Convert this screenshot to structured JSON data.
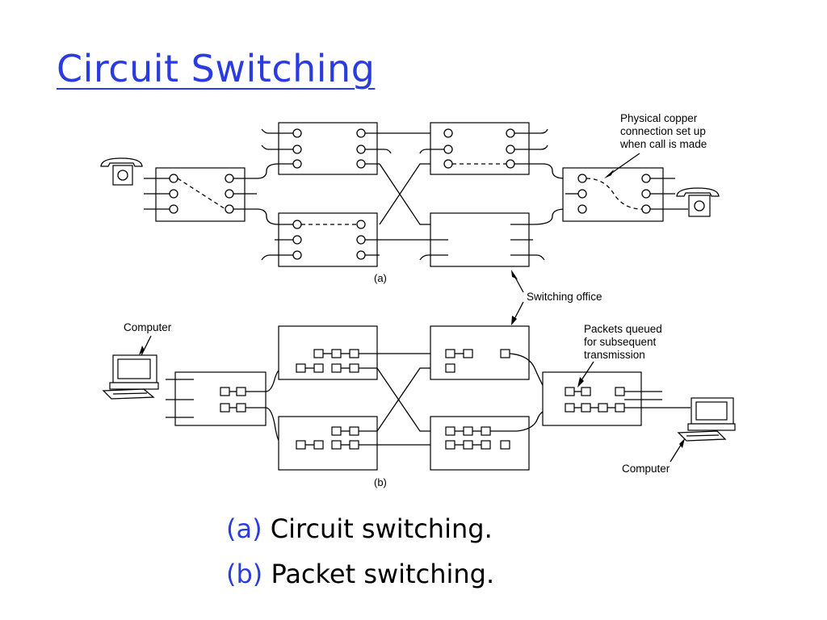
{
  "title": "Circuit Switching",
  "figure": {
    "part_a_label": "(a)",
    "part_b_label": "(b)",
    "annotation_copper": [
      "Physical copper",
      "connection set up",
      "when call is made"
    ],
    "annotation_office": "Switching office",
    "annotation_packets": [
      "Packets queued",
      "for subsequent",
      "transmission"
    ],
    "computer_left_label": "Computer",
    "computer_right_label": "Computer"
  },
  "captions": [
    {
      "tag": "(a)",
      "text": "Circuit switching."
    },
    {
      "tag": "(b)",
      "text": "Packet switching."
    }
  ],
  "colors": {
    "accent": "#2a3ce0",
    "text": "#000000",
    "background": "#ffffff"
  }
}
